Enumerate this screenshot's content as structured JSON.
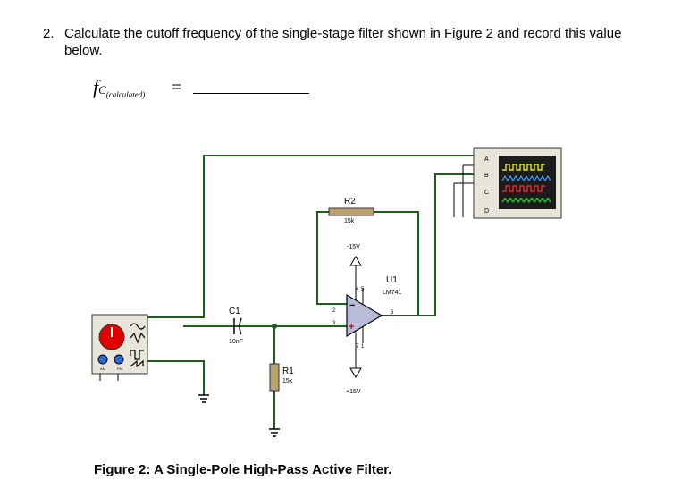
{
  "question": {
    "number": "2.",
    "text": "Calculate the cutoff frequency of the single-stage filter shown in Figure 2 and record this value below."
  },
  "formula": {
    "symbol": "f",
    "subscript_c": "C",
    "subscript_label": "(calculated)",
    "equals": "="
  },
  "schematic": {
    "colors": {
      "wire": "#1f5c1f",
      "scope_bg": "#1c1c1c",
      "scope_frame": "#e8e6da",
      "generator_red": "#e00000"
    },
    "scope_channels": [
      "A",
      "B",
      "C",
      "D"
    ],
    "r2": {
      "name": "R2",
      "value": "15k"
    },
    "c1": {
      "name": "C1",
      "value": "10nF"
    },
    "r1": {
      "name": "R1",
      "value": "15k"
    },
    "u1": {
      "name": "U1",
      "part": "LM741"
    },
    "neg_supply": "-15V",
    "pos_supply": "+15V",
    "pins": {
      "inv": "2",
      "noninv": "3",
      "out": "6",
      "v_minus": "4",
      "v_plus": "7",
      "offset_top": "5",
      "offset_bottom": "1"
    },
    "generator_labels": {
      "left": "AM",
      "right": "FM"
    }
  },
  "caption": "Figure 2: A Single-Pole High-Pass Active Filter."
}
